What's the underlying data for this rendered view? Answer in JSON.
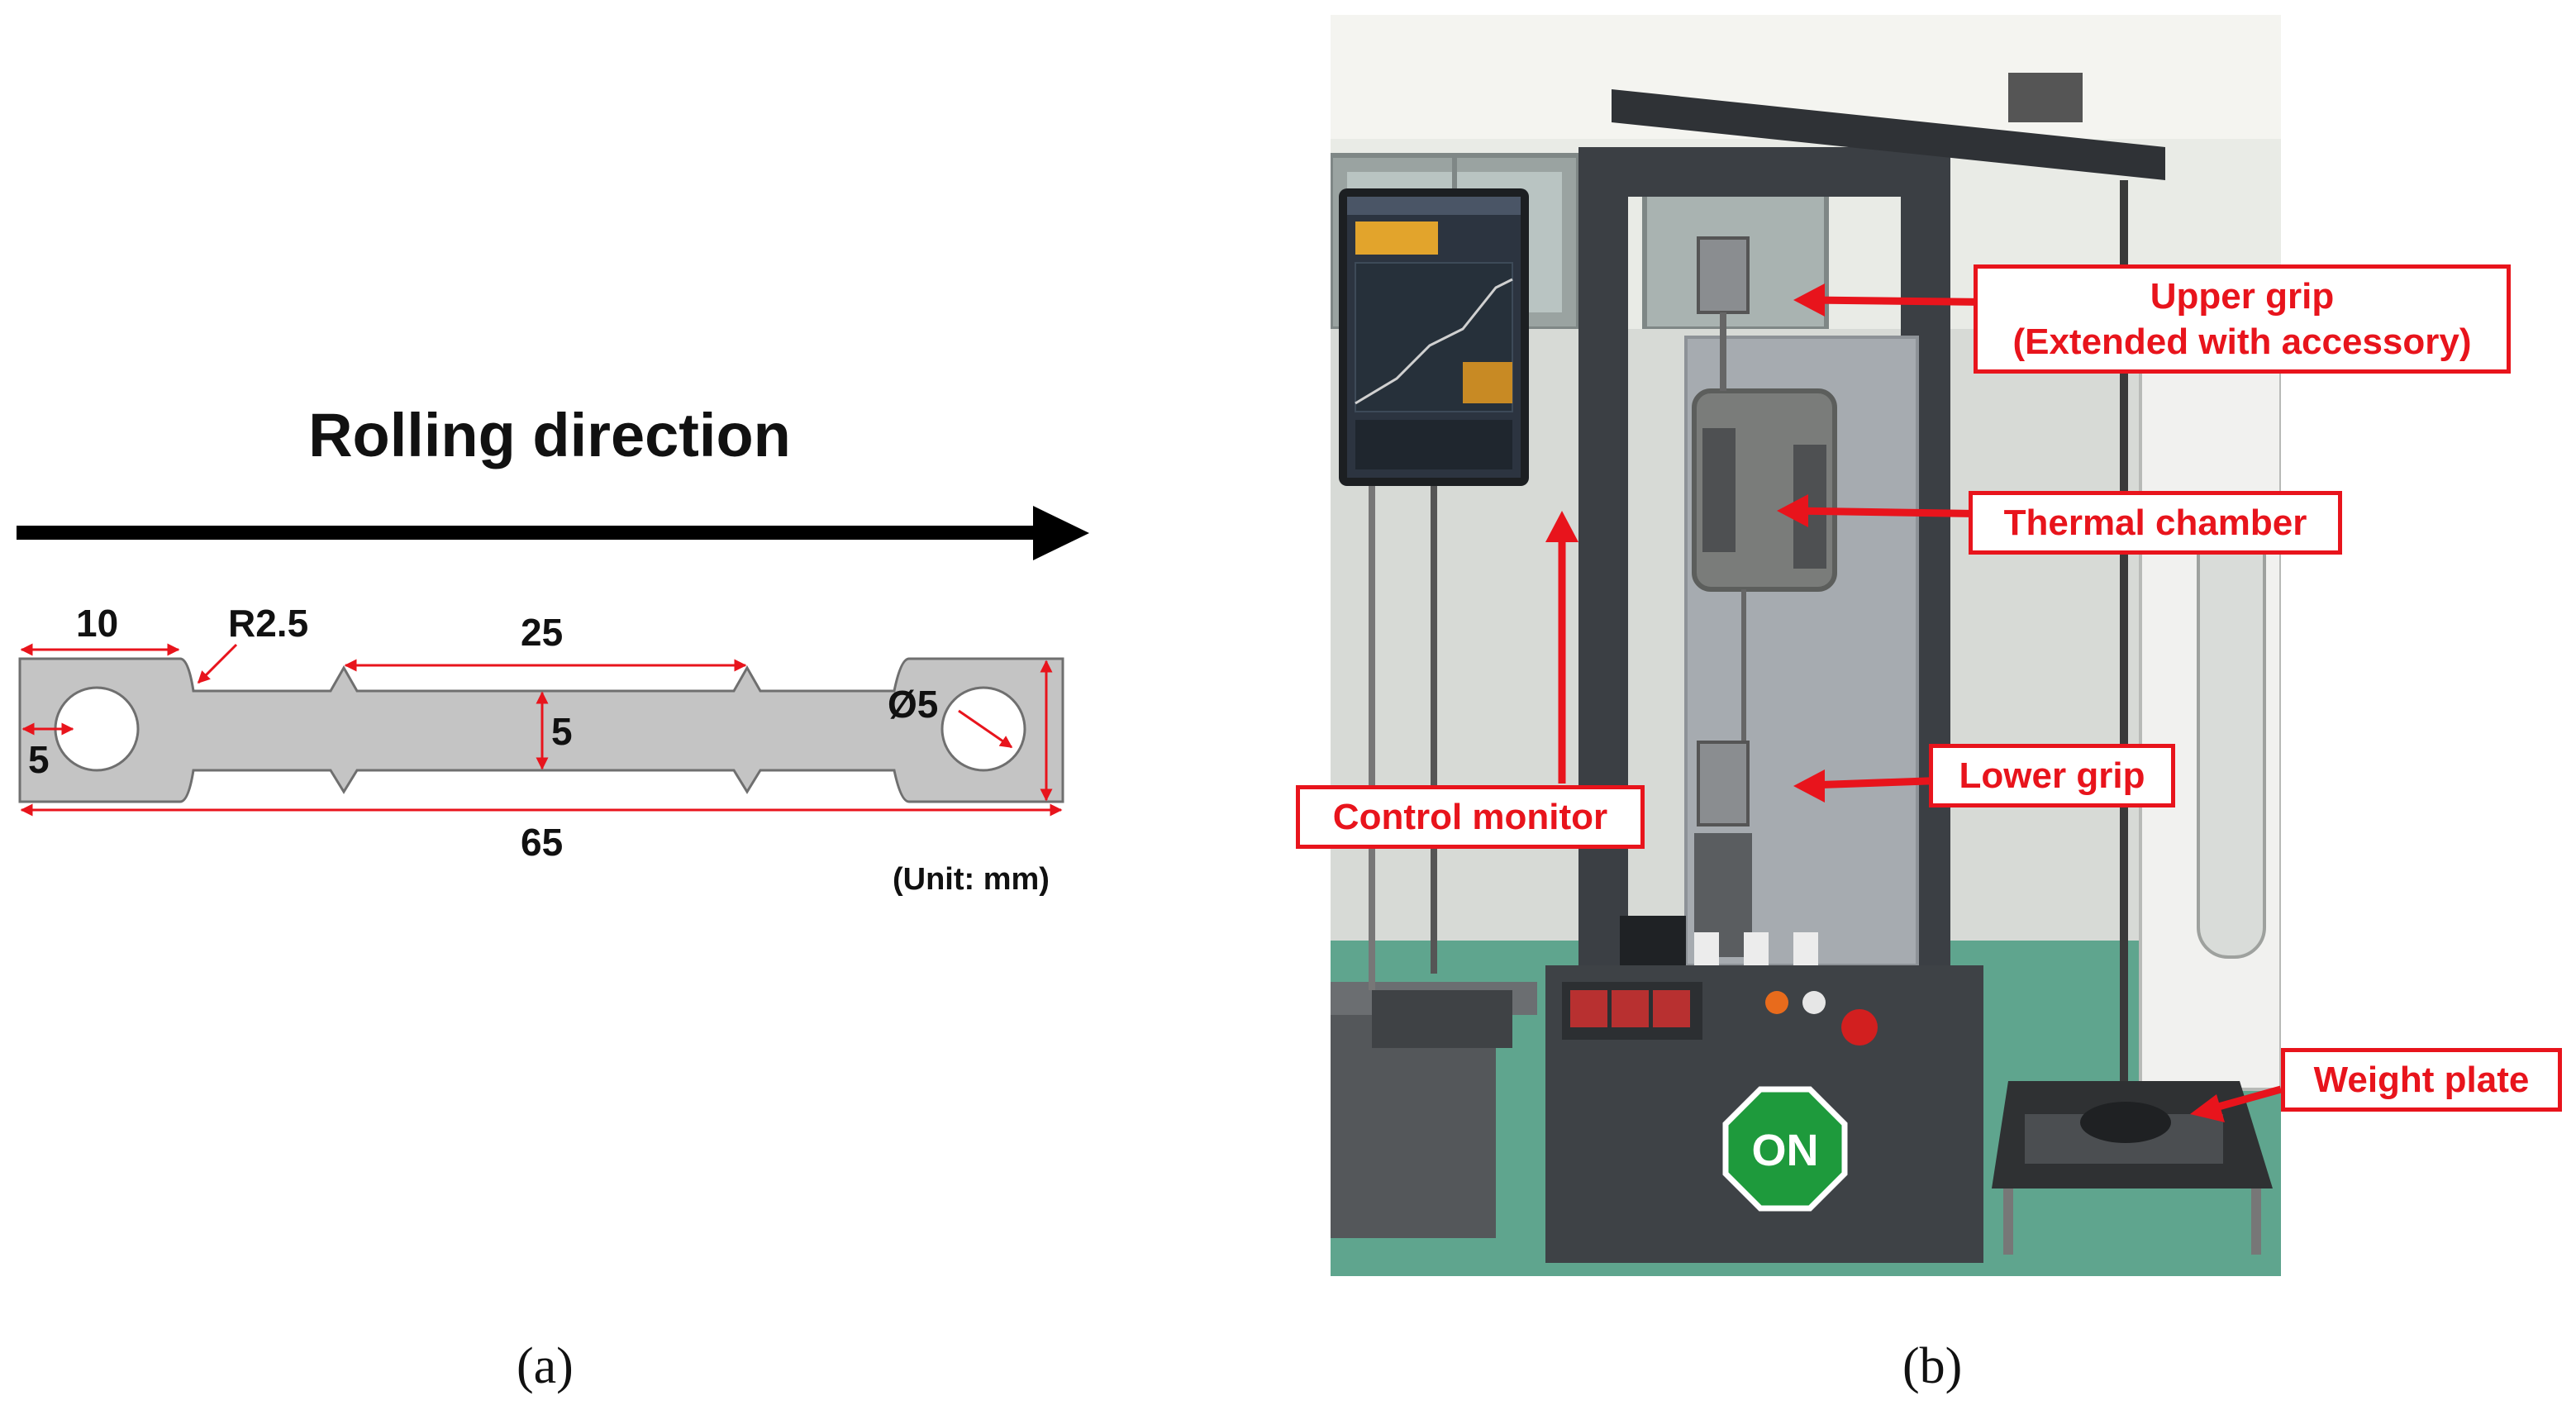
{
  "panel_a": {
    "title": "Rolling direction",
    "dimensions": {
      "grip_width": "10",
      "fillet_radius": "R2.5",
      "gauge_length": "25",
      "gauge_width": "5",
      "hole_offset": "5",
      "hole_diameter": "Ø5",
      "total_length": "65"
    },
    "unit_note": "(Unit: mm)",
    "caption": "(a)"
  },
  "panel_b": {
    "callouts": {
      "upper_grip_line1": "Upper grip",
      "upper_grip_line2": "(Extended with accessory)",
      "thermal_chamber": "Thermal chamber",
      "lower_grip": "Lower grip",
      "control_monitor": "Control monitor",
      "weight_plate": "Weight plate"
    },
    "sign_text": "ON",
    "caption": "(b)"
  },
  "colors": {
    "callout_red": "#e8141c",
    "specimen_gray": "#c4c4c4",
    "sign_green": "#1e9a3c",
    "machine_dark": "#3b3f44"
  }
}
